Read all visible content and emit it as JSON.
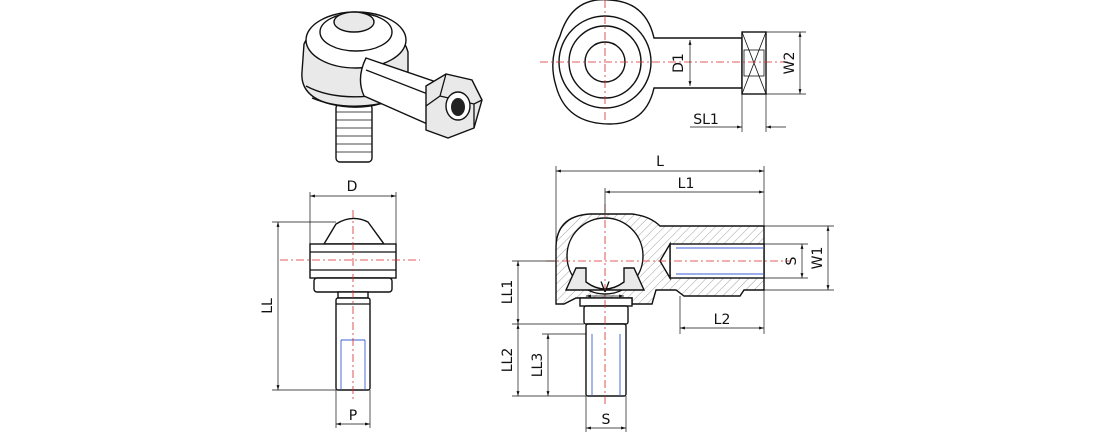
{
  "labels": {
    "D": "D",
    "LL": "LL",
    "P": "P",
    "D1": "D1",
    "W2": "W2",
    "SL1": "SL1",
    "L": "L",
    "L1": "L1",
    "S_side": "S",
    "W1": "W1",
    "LL1": "LL1",
    "V": "V",
    "L2": "L2",
    "LL2": "LL2",
    "LL3": "LL3",
    "S_bottom": "S"
  },
  "colors": {
    "outline": "#111111",
    "centerline": "#d82a2a",
    "thread": "#3a5fd0",
    "hatch": "#888888",
    "background": "#ffffff"
  }
}
